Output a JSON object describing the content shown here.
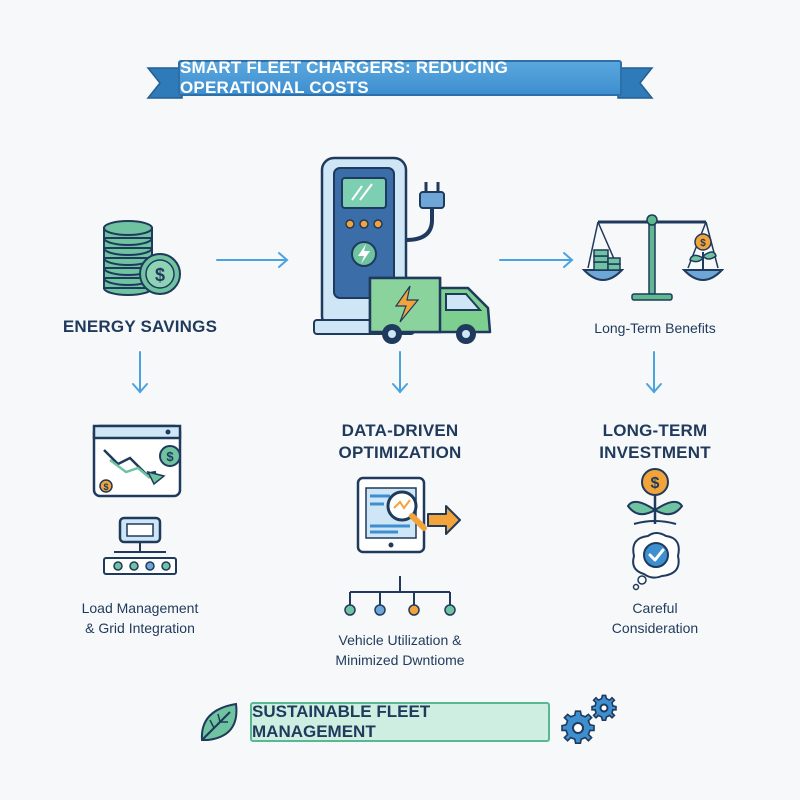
{
  "title": "SMART FLEET CHARGERS: REDUCING OPERATIONAL COSTS",
  "footer": "SUSTAINABLE FLEET MANAGEMENT",
  "nodes": {
    "energy_savings": "ENERGY SAVINGS",
    "long_term_benefits": "Long-Term Benefits",
    "data_driven_line1": "DATA-DRIVEN",
    "data_driven_line2": "OPTIMIZATION",
    "long_term_investment_line1": "LONG-TERM",
    "long_term_investment_line2": "INVESTMENT",
    "load_mgmt_line1": "Load Management",
    "load_mgmt_line2": "& Grid Integration",
    "vehicle_line1": "Vehicle Utilization &",
    "vehicle_line2": "Minimized Dwntiome",
    "careful_line1": "Careful",
    "careful_line2": "Consideration"
  },
  "colors": {
    "navy": "#1f3a5c",
    "blue": "#3e8fd0",
    "light_blue": "#cfe6f7",
    "green": "#5fb88f",
    "light_green": "#cdeee0",
    "orange": "#f2a33a",
    "arrow": "#4aa3df"
  },
  "icons": {
    "energy": "coin-stack-dollar-icon",
    "charger": "ev-charger-van-icon",
    "scale": "balance-scale-icon",
    "dashboard": "downtrend-dashboard-icon",
    "controller": "load-controller-icon",
    "tablet": "tablet-magnifier-icon",
    "tree": "network-tree-icon",
    "plant": "plant-coin-icon",
    "check": "check-bubble-icon",
    "leaf": "leaf-icon",
    "gears": "gears-icon"
  }
}
